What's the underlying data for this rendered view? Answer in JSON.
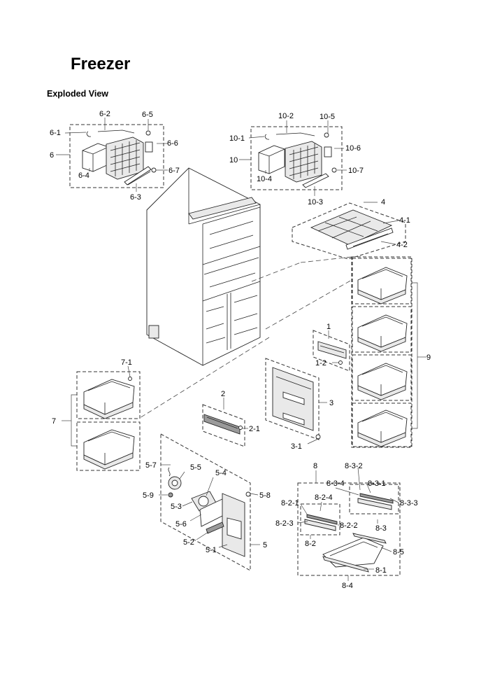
{
  "header": {
    "title": "Freezer",
    "subtitle": "Exploded View"
  },
  "callouts": {
    "p1": "1",
    "p1_2": "1-2",
    "p2": "2",
    "p2_1": "2-1",
    "p3": "3",
    "p3_1": "3-1",
    "p4": "4",
    "p4_1": "4-1",
    "p4_2": "4-2",
    "p5": "5",
    "p5_1": "5-1",
    "p5_2": "5-2",
    "p5_3": "5-3",
    "p5_4": "5-4",
    "p5_5": "5-5",
    "p5_6": "5-6",
    "p5_7": "5-7",
    "p5_8": "5-8",
    "p5_9": "5-9",
    "p6": "6",
    "p6_1": "6-1",
    "p6_2": "6-2",
    "p6_3": "6-3",
    "p6_4": "6-4",
    "p6_5": "6-5",
    "p6_6": "6-6",
    "p6_7": "6-7",
    "p7": "7",
    "p7_1": "7-1",
    "p8": "8",
    "p8_1": "8-1",
    "p8_2": "8-2",
    "p8_2_1": "8-2-1",
    "p8_2_2": "8-2-2",
    "p8_2_3": "8-2-3",
    "p8_2_4": "8-2-4",
    "p8_3": "8-3",
    "p8_3_1": "8-3-1",
    "p8_3_2": "8-3-2",
    "p8_3_3": "8-3-3",
    "p8_3_4": "8-3-4",
    "p8_4": "8-4",
    "p8_5": "8-5",
    "p9": "9",
    "p10": "10",
    "p10_1": "10-1",
    "p10_2": "10-2",
    "p10_3": "10-3",
    "p10_4": "10-4",
    "p10_5": "10-5",
    "p10_6": "10-6",
    "p10_7": "10-7"
  }
}
